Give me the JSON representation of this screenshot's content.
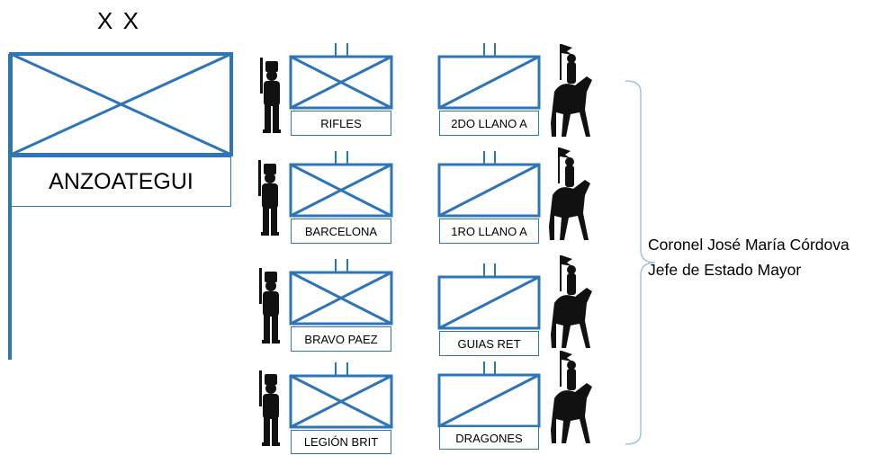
{
  "division": {
    "echelon": "X X",
    "name": "ANZOATEGUI"
  },
  "infantry": [
    {
      "label": "RIFLES"
    },
    {
      "label": "BARCELONA"
    },
    {
      "label": "BRAVO PAEZ"
    },
    {
      "label": "LEGIÓN BRIT"
    }
  ],
  "cavalry": [
    {
      "label": "2DO LLANO A"
    },
    {
      "label": "1RO LLANO A"
    },
    {
      "label": "GUIAS RET"
    },
    {
      "label": "DRAGONES"
    }
  ],
  "commander": {
    "line1": "Coronel José María Córdova",
    "line2": "Jefe de Estado Mayor"
  },
  "colors": {
    "symbol": "#2e75b6",
    "silhouette": "#111111"
  }
}
